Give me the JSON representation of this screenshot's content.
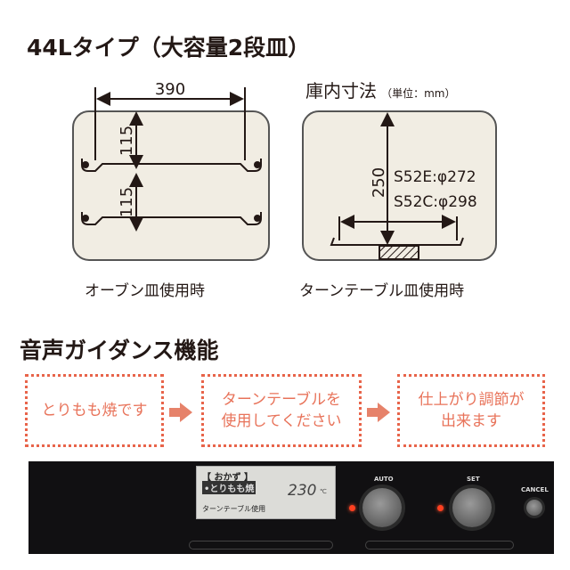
{
  "title": "44Lタイプ（大容量2段皿）",
  "left_diagram": {
    "width_dim": "390",
    "upper_dim": "115",
    "lower_dim": "115",
    "caption": "オーブン皿使用時"
  },
  "right_diagram": {
    "heading": "庫内寸法",
    "unit": "（単位：mm）",
    "height_dim": "250",
    "spec1": "S52E:φ272",
    "spec2": "S52C:φ298",
    "caption": "ターンテーブル皿使用時"
  },
  "section_title": "音声ガイダンス機能",
  "callouts": [
    {
      "text": "とりもも焼です"
    },
    {
      "line1": "ターンテーブルを",
      "line2": "使用してください"
    },
    {
      "line1": "仕上がり調節が",
      "line2": "出来ます"
    }
  ],
  "panel": {
    "lcd_category": "【 おかず 】",
    "lcd_item": "•とりもも焼",
    "lcd_temp": "230",
    "lcd_unit": "℃",
    "lcd_note": "ターンテーブル使用",
    "auto_label": "AUTO",
    "set_label": "SET",
    "cancel_label": "CANCEL"
  },
  "colors": {
    "accent": "#e8644a",
    "fill": "#f1ede3"
  }
}
